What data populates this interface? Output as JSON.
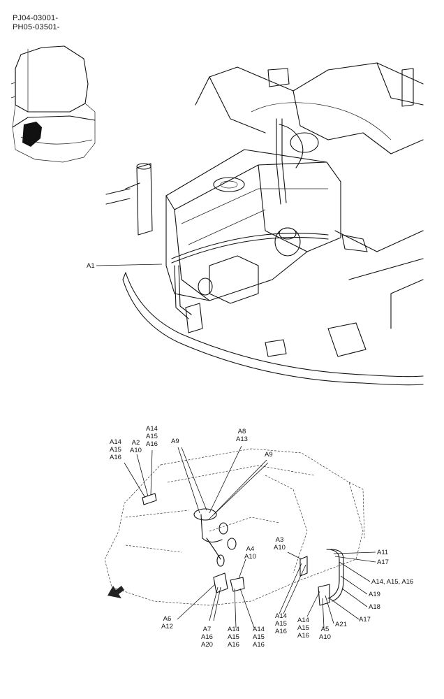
{
  "header": {
    "serial_1": "PJ04-03001-",
    "serial_2": "PH05-03501-"
  },
  "upper_view": {
    "callout": "A1"
  },
  "lower_view": {
    "callouts": {
      "a14_top": [
        "A14",
        "A15",
        "A16"
      ],
      "a14_left": [
        "A14",
        "A15",
        "A16"
      ],
      "a2": [
        "A2",
        "A10"
      ],
      "a9_left": "A9",
      "a8": [
        "A8",
        "A13"
      ],
      "a9_right": "A9",
      "a3": [
        "A3",
        "A10"
      ],
      "a11": "A11",
      "a17_top": "A17",
      "a14_right": "A14, A15, A16",
      "a19": "A19",
      "a18": "A18",
      "a17_bottom": "A17",
      "a4": [
        "A4",
        "A10"
      ],
      "a6": [
        "A6",
        "A12"
      ],
      "a7": [
        "A7",
        "A16",
        "A20"
      ],
      "a14_mid1": [
        "A14",
        "A15",
        "A16"
      ],
      "a14_mid2": [
        "A14",
        "A15",
        "A16"
      ],
      "a14_mid3": [
        "A14",
        "A15",
        "A16"
      ],
      "a14_mid4": [
        "A14",
        "A15",
        "A16"
      ],
      "a5": [
        "A5",
        "A10"
      ],
      "a21": "A21"
    }
  }
}
